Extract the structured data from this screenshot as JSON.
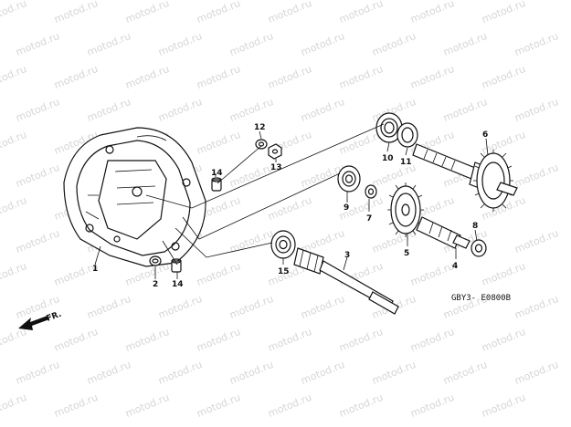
{
  "watermark": "motod.ru",
  "diagram_code": "GBY3- E0800B",
  "direction_label": "FR.",
  "callouts": {
    "p1": "1",
    "p2": "2",
    "p3": "3",
    "p4": "4",
    "p5": "5",
    "p6": "6",
    "p7": "7",
    "p8": "8",
    "p9": "9",
    "p10": "10",
    "p11": "11",
    "p12": "12",
    "p13": "13",
    "p14a": "14",
    "p14b": "14",
    "p15": "15"
  }
}
